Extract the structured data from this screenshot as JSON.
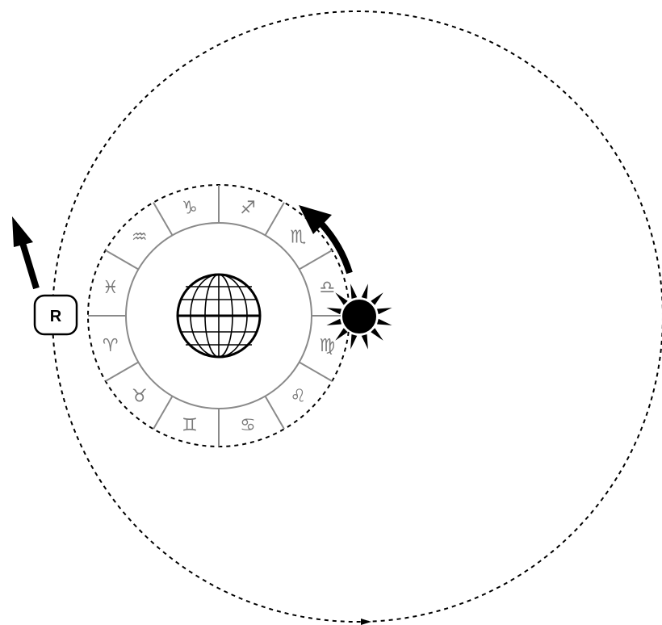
{
  "retrograde_marker": {
    "label": "R"
  },
  "zodiac_signs": [
    {
      "glyph": "♑",
      "name": "capricorn"
    },
    {
      "glyph": "♐",
      "name": "sagittarius"
    },
    {
      "glyph": "♏",
      "name": "scorpio"
    },
    {
      "glyph": "♎",
      "name": "libra"
    },
    {
      "glyph": "♍",
      "name": "virgo"
    },
    {
      "glyph": "♌",
      "name": "leo"
    },
    {
      "glyph": "♋",
      "name": "cancer"
    },
    {
      "glyph": "♊",
      "name": "gemini"
    },
    {
      "glyph": "♉",
      "name": "taurus"
    },
    {
      "glyph": "♈",
      "name": "aries"
    },
    {
      "glyph": "♓",
      "name": "pisces"
    },
    {
      "glyph": "♒",
      "name": "aquarius"
    }
  ],
  "colors": {
    "ring": "#8a8a8a",
    "glyph": "#7a7a7a",
    "ink": "#000000"
  }
}
